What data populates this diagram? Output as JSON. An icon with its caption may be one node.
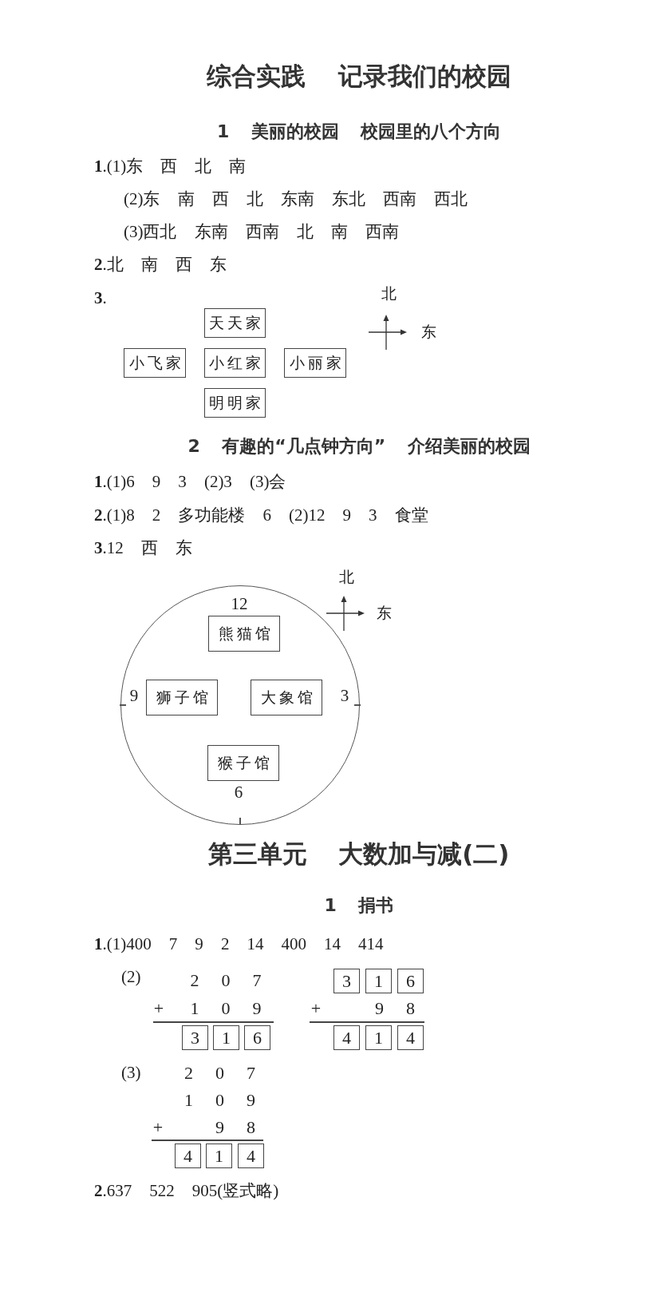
{
  "diagram": {
    "title": "综合实践 记录我们的校园",
    "nodes": [
      {
        "text": [
          "天天家"
        ]
      },
      {
        "text": [
          "小飞家"
        ]
      },
      {
        "text": [
          "小红家"
        ]
      },
      {
        "text": [
          "小丽家"
        ]
      },
      {
        "text": [
          "明明家"
        ]
      },
      {
        "text": [
          "12",
          "9",
          "3",
          "6"
        ]
      },
      {
        "text": [
          "熊猫馆"
        ],
        "in": 5
      },
      {
        "text": [
          "狮子馆"
        ],
        "in": 5
      },
      {
        "text": [
          "大象馆"
        ],
        "in": 5
      },
      {
        "text": [
          "猴子馆"
        ],
        "in": 5
      },
      {
        "text": [
          "3"
        ]
      },
      {
        "text": [
          "1"
        ]
      },
      {
        "text": [
          "6"
        ]
      },
      {
        "text": [
          "3"
        ]
      },
      {
        "text": [
          "1"
        ]
      },
      {
        "text": [
          "6"
        ]
      },
      {
        "text": [
          "4"
        ]
      },
      {
        "text": [
          "1"
        ]
      },
      {
        "text": [
          "4"
        ]
      },
      {
        "text": [
          "4"
        ]
      },
      {
        "text": [
          "1"
        ]
      },
      {
        "text": [
          "4"
        ]
      }
    ],
    "labels": [
      "1 美丽的校园 校园里的八个方向",
      "**1**.(1)东 西 北 南",
      "(2)东 南 西 北 东南 东北 西南 西北",
      "(3)西北 东南 西南 北 南 西南",
      "**2**.北 南 西 东",
      "**3**.",
      "北",
      "东",
      "2 有趣的“几点钟方向” 介绍美丽的校园",
      "**1**.(1)6 9 3 (2)3 (3)会",
      "**2**.(1)8 2 多功能楼 6 (2)12 9 3 食堂",
      "**3**.12 西 东",
      "北",
      "东",
      "第三单元 大数加与减(二)",
      "1 捐书",
      "**1**.(1)400 7 9 2 14 400 14 414",
      "(2)",
      "2 0 7",
      "+",
      "1 0 9",
      "+",
      "9 8",
      "(3)",
      "2 0 7",
      "1 0 9",
      "+",
      "9 8",
      "**2**.637 522 905(竖式略)"
    ]
  }
}
